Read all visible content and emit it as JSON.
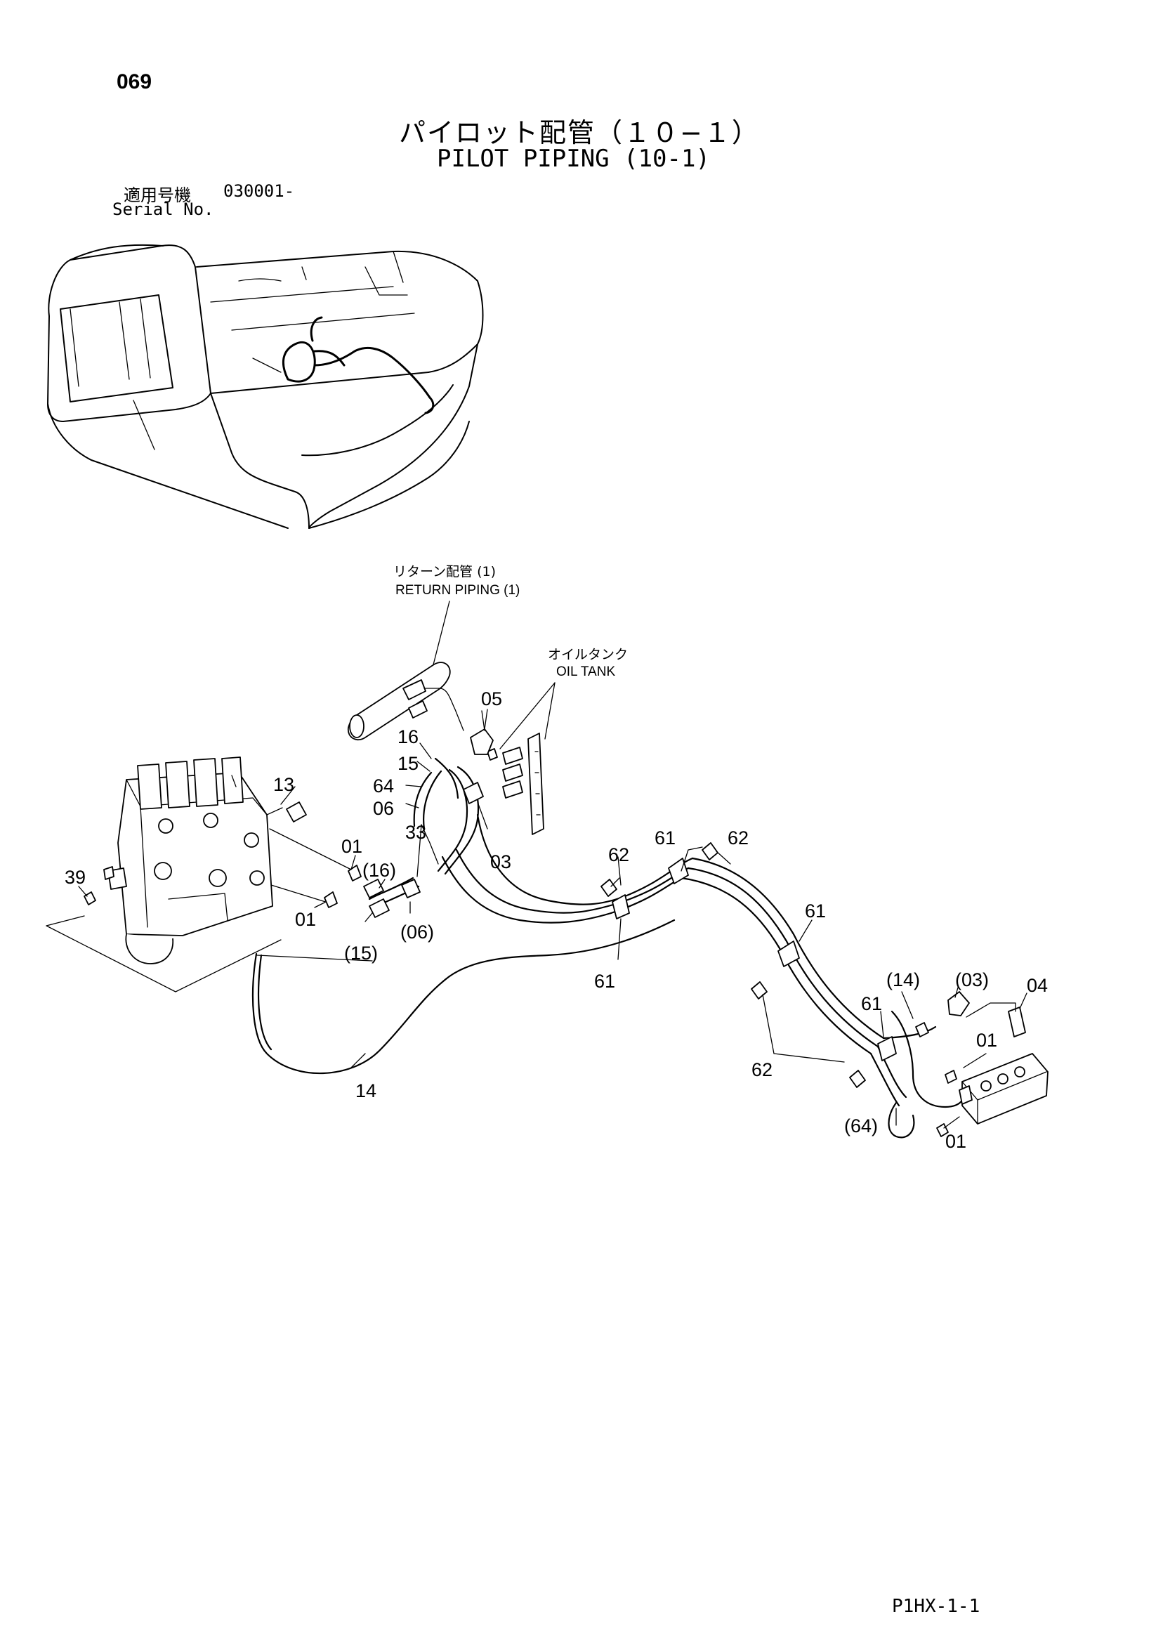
{
  "page_number": "069",
  "title_jp": "パイロット配管（１０−１）",
  "title_en": "PILOT PIPING (10-1)",
  "serial": {
    "label_jp": "適用号機",
    "label_en": "Serial No.",
    "value": "030001-"
  },
  "references": {
    "return_piping_jp": "リターン配管 (1)",
    "return_piping_en": "RETURN PIPING (1)",
    "oil_tank_jp": "オイルタンク",
    "oil_tank_en": "OIL TANK"
  },
  "callouts": [
    "05",
    "16",
    "15",
    "64",
    "06",
    "33",
    "03",
    "13",
    "01",
    "(16)",
    "01",
    "(15)",
    "(06)",
    "39",
    "62",
    "61",
    "62",
    "61",
    "61",
    "14",
    "(14)",
    "(03)",
    "04",
    "61",
    "01",
    "62",
    "(64)",
    "01"
  ],
  "footer_code": "P1HX-1-1"
}
